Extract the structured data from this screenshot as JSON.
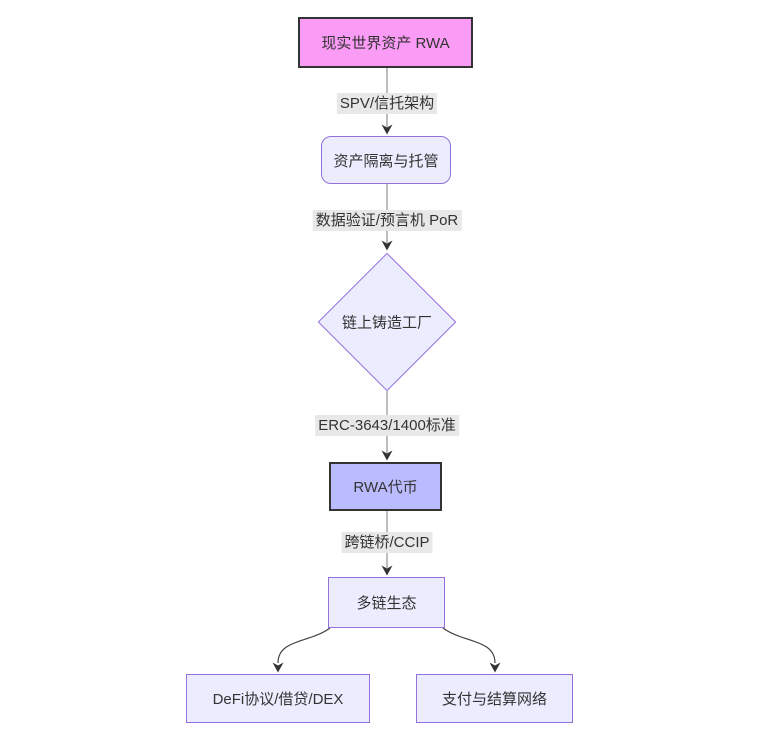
{
  "diagram": {
    "type": "flowchart",
    "direction": "top-down",
    "background": "#ffffff",
    "nodes": {
      "rwa": {
        "label": "现实世界资产 RWA",
        "shape": "rectangle",
        "fill": "#fa9bf5",
        "stroke": "#333333"
      },
      "custody": {
        "label": "资产隔离与托管",
        "shape": "rounded",
        "fill": "#ececff",
        "stroke": "#9370db"
      },
      "factory": {
        "label": "链上铸造工厂",
        "shape": "diamond",
        "fill": "#ececff",
        "stroke": "#9370db"
      },
      "token": {
        "label": "RWA代币",
        "shape": "rectangle",
        "fill": "#bbbbff",
        "stroke": "#333333"
      },
      "multichain": {
        "label": "多链生态",
        "shape": "rectangle",
        "fill": "#ececff",
        "stroke": "#9370db"
      },
      "defi": {
        "label": "DeFi协议/借贷/DEX",
        "shape": "rectangle",
        "fill": "#ececff",
        "stroke": "#9370db"
      },
      "payment": {
        "label": "支付与结算网络",
        "shape": "rectangle",
        "fill": "#ececff",
        "stroke": "#9370db"
      }
    },
    "edge_labels": {
      "e1": "SPV/信托架构",
      "e2": "数据验证/预言机 PoR",
      "e3": "ERC-3643/1400标准",
      "e4": "跨链桥/CCIP"
    },
    "edges": [
      {
        "from": "现实世界资产 RWA",
        "to": "资产隔离与托管",
        "label": "SPV/信托架构"
      },
      {
        "from": "资产隔离与托管",
        "to": "链上铸造工厂",
        "label": "数据验证/预言机 PoR"
      },
      {
        "from": "链上铸造工厂",
        "to": "RWA代币",
        "label": "ERC-3643/1400标准"
      },
      {
        "from": "RWA代币",
        "to": "多链生态",
        "label": "跨链桥/CCIP"
      },
      {
        "from": "多链生态",
        "to": "DeFi协议/借贷/DEX",
        "label": ""
      },
      {
        "from": "多链生态",
        "to": "支付与结算网络",
        "label": ""
      }
    ],
    "colors": {
      "edge_line": "#999999",
      "edge_curve": "#444444",
      "arrowhead": "#333333",
      "edge_label_bg": "#e8e8e8",
      "text": "#333333"
    }
  }
}
